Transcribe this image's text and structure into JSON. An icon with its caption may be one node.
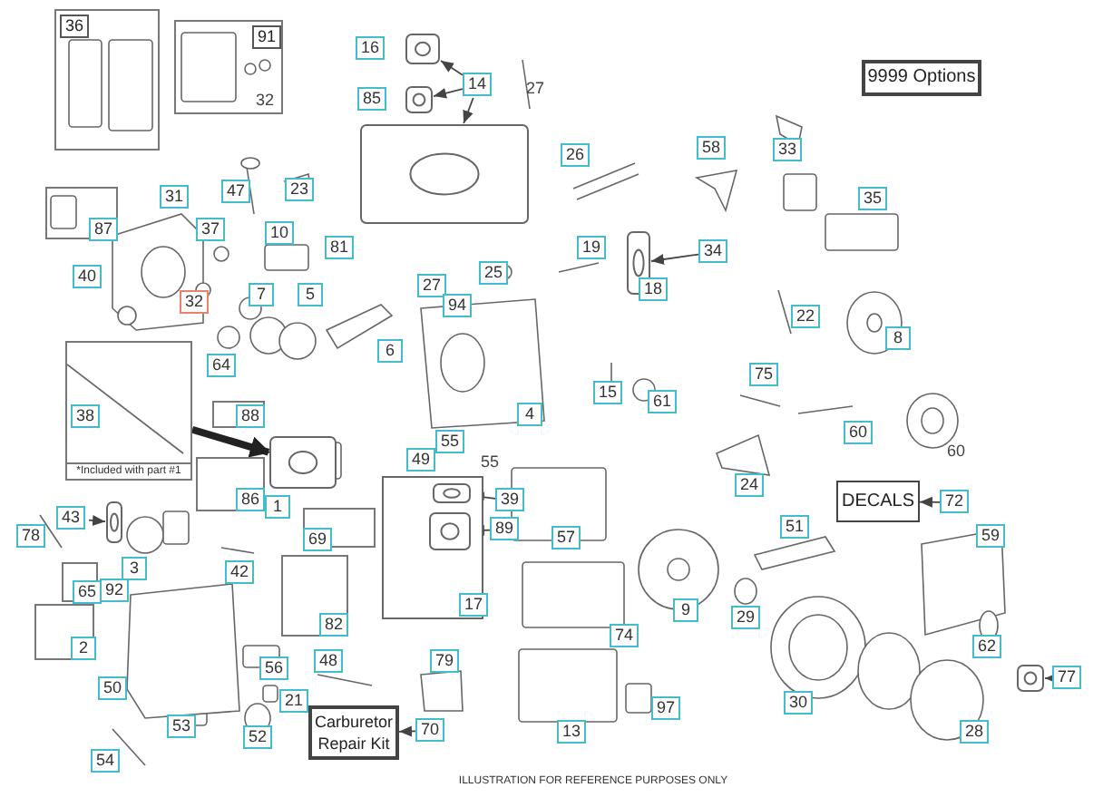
{
  "diagram": {
    "nodes": [
      {
        "text": [
          "36"
        ]
      },
      {
        "text": [
          "91",
          "32"
        ]
      },
      {
        "text": [],
        "shape": "picture"
      },
      {
        "text": [],
        "shape": "picture"
      },
      {
        "text": [
          "14"
        ]
      },
      {
        "text": [],
        "shape": "picture"
      },
      {
        "text": [
          "9999 Options"
        ]
      },
      {
        "text": [
          "87"
        ]
      },
      {
        "text": [
          "34"
        ]
      },
      {
        "text": [],
        "shape": "picture"
      },
      {
        "text": [
          "38",
          "*Included with part #1"
        ]
      },
      {
        "text": [],
        "shape": "picture"
      },
      {
        "text": [
          "88"
        ]
      },
      {
        "text": [
          "86"
        ]
      },
      {
        "text": [
          "43"
        ]
      },
      {
        "text": [],
        "shape": "picture"
      },
      {
        "text": [
          "DECALS"
        ]
      },
      {
        "text": [
          "72"
        ]
      },
      {
        "text": [],
        "shape": "box"
      },
      {
        "text": [],
        "shape": "picture",
        "in": 18
      },
      {
        "text": [],
        "shape": "picture",
        "in": 18
      },
      {
        "text": [
          "39"
        ]
      },
      {
        "text": [
          "89"
        ]
      },
      {
        "text": [
          "69"
        ]
      },
      {
        "text": [
          "65"
        ]
      },
      {
        "text": [
          "82"
        ]
      },
      {
        "text": [
          "2"
        ]
      },
      {
        "text": [],
        "shape": "picture"
      },
      {
        "text": [
          "77"
        ]
      },
      {
        "text": [
          "Carburetor Repair Kit"
        ]
      },
      {
        "text": [
          "70"
        ]
      },
      {
        "text": [
          "16"
        ]
      },
      {
        "text": [
          "85"
        ]
      },
      {
        "text": [
          "31"
        ]
      },
      {
        "text": [
          "47"
        ]
      },
      {
        "text": [
          "23"
        ]
      },
      {
        "text": [
          "26"
        ]
      },
      {
        "text": [
          "58"
        ]
      },
      {
        "text": [
          "33"
        ]
      },
      {
        "text": [
          "35"
        ]
      },
      {
        "text": [
          "37"
        ]
      },
      {
        "text": [
          "10"
        ]
      },
      {
        "text": [
          "81"
        ]
      },
      {
        "text": [
          "19"
        ]
      },
      {
        "text": [
          "40"
        ]
      },
      {
        "text": [
          "18"
        ]
      },
      {
        "text": [
          "32"
        ]
      },
      {
        "text": [
          "7"
        ]
      },
      {
        "text": [
          "5"
        ]
      },
      {
        "text": [
          "27"
        ]
      },
      {
        "text": [
          "25"
        ]
      },
      {
        "text": [
          "94"
        ]
      },
      {
        "text": [
          "22"
        ]
      },
      {
        "text": [
          "8"
        ]
      },
      {
        "text": [
          "6"
        ]
      },
      {
        "text": [
          "15"
        ]
      },
      {
        "text": [
          "61"
        ]
      },
      {
        "text": [
          "64"
        ]
      },
      {
        "text": [
          "75"
        ]
      },
      {
        "text": [
          "4"
        ]
      },
      {
        "text": [
          "60"
        ]
      },
      {
        "text": [
          "55"
        ]
      },
      {
        "text": [
          "49"
        ]
      },
      {
        "text": [
          "24"
        ]
      },
      {
        "text": [
          "1"
        ]
      },
      {
        "text": [
          "78"
        ]
      },
      {
        "text": [
          "57"
        ]
      },
      {
        "text": [
          "3"
        ]
      },
      {
        "text": [
          "42"
        ]
      },
      {
        "text": [
          "51"
        ]
      },
      {
        "text": [
          "59"
        ]
      },
      {
        "text": [
          "92"
        ]
      },
      {
        "text": [
          "29"
        ]
      },
      {
        "text": [
          "62"
        ]
      },
      {
        "text": [
          "9"
        ]
      },
      {
        "text": [
          "74"
        ]
      },
      {
        "text": [
          "50"
        ]
      },
      {
        "text": [
          "56"
        ]
      },
      {
        "text": [
          "48"
        ]
      },
      {
        "text": [
          "21"
        ]
      },
      {
        "text": [
          "30"
        ]
      },
      {
        "text": [
          "79"
        ]
      },
      {
        "text": [
          "53"
        ]
      },
      {
        "text": [
          "52"
        ]
      },
      {
        "text": [
          "97"
        ]
      },
      {
        "text": [
          "13"
        ]
      },
      {
        "text": [
          "28"
        ]
      },
      {
        "text": [
          "54"
        ]
      },
      {
        "text": [
          "17"
        ],
        "in": 18
      }
    ],
    "edges": [
      {
        "from": 4,
        "to": 2,
        "arrow": "to"
      },
      {
        "from": 4,
        "to": 3,
        "arrow": "to"
      },
      {
        "from": 4,
        "to": 5,
        "arrow": "to"
      },
      {
        "from": 8,
        "to": 9,
        "arrow": "to"
      },
      {
        "from": 10,
        "to": 11,
        "arrow": "to",
        "style": "thick"
      },
      {
        "from": 14,
        "to": 15,
        "arrow": "to"
      },
      {
        "from": 17,
        "to": 16,
        "arrow": "to"
      },
      {
        "from": 21,
        "to": 19,
        "arrow": "to"
      },
      {
        "from": 22,
        "to": 20,
        "arrow": "to"
      },
      {
        "from": 28,
        "to": 27,
        "arrow": "to"
      },
      {
        "from": 30,
        "to": 29,
        "arrow": "to"
      }
    ],
    "labels": [
      "27",
      "60",
      "55",
      "ILLUSTRATION FOR REFERENCE PURPOSES ONLY"
    ]
  }
}
